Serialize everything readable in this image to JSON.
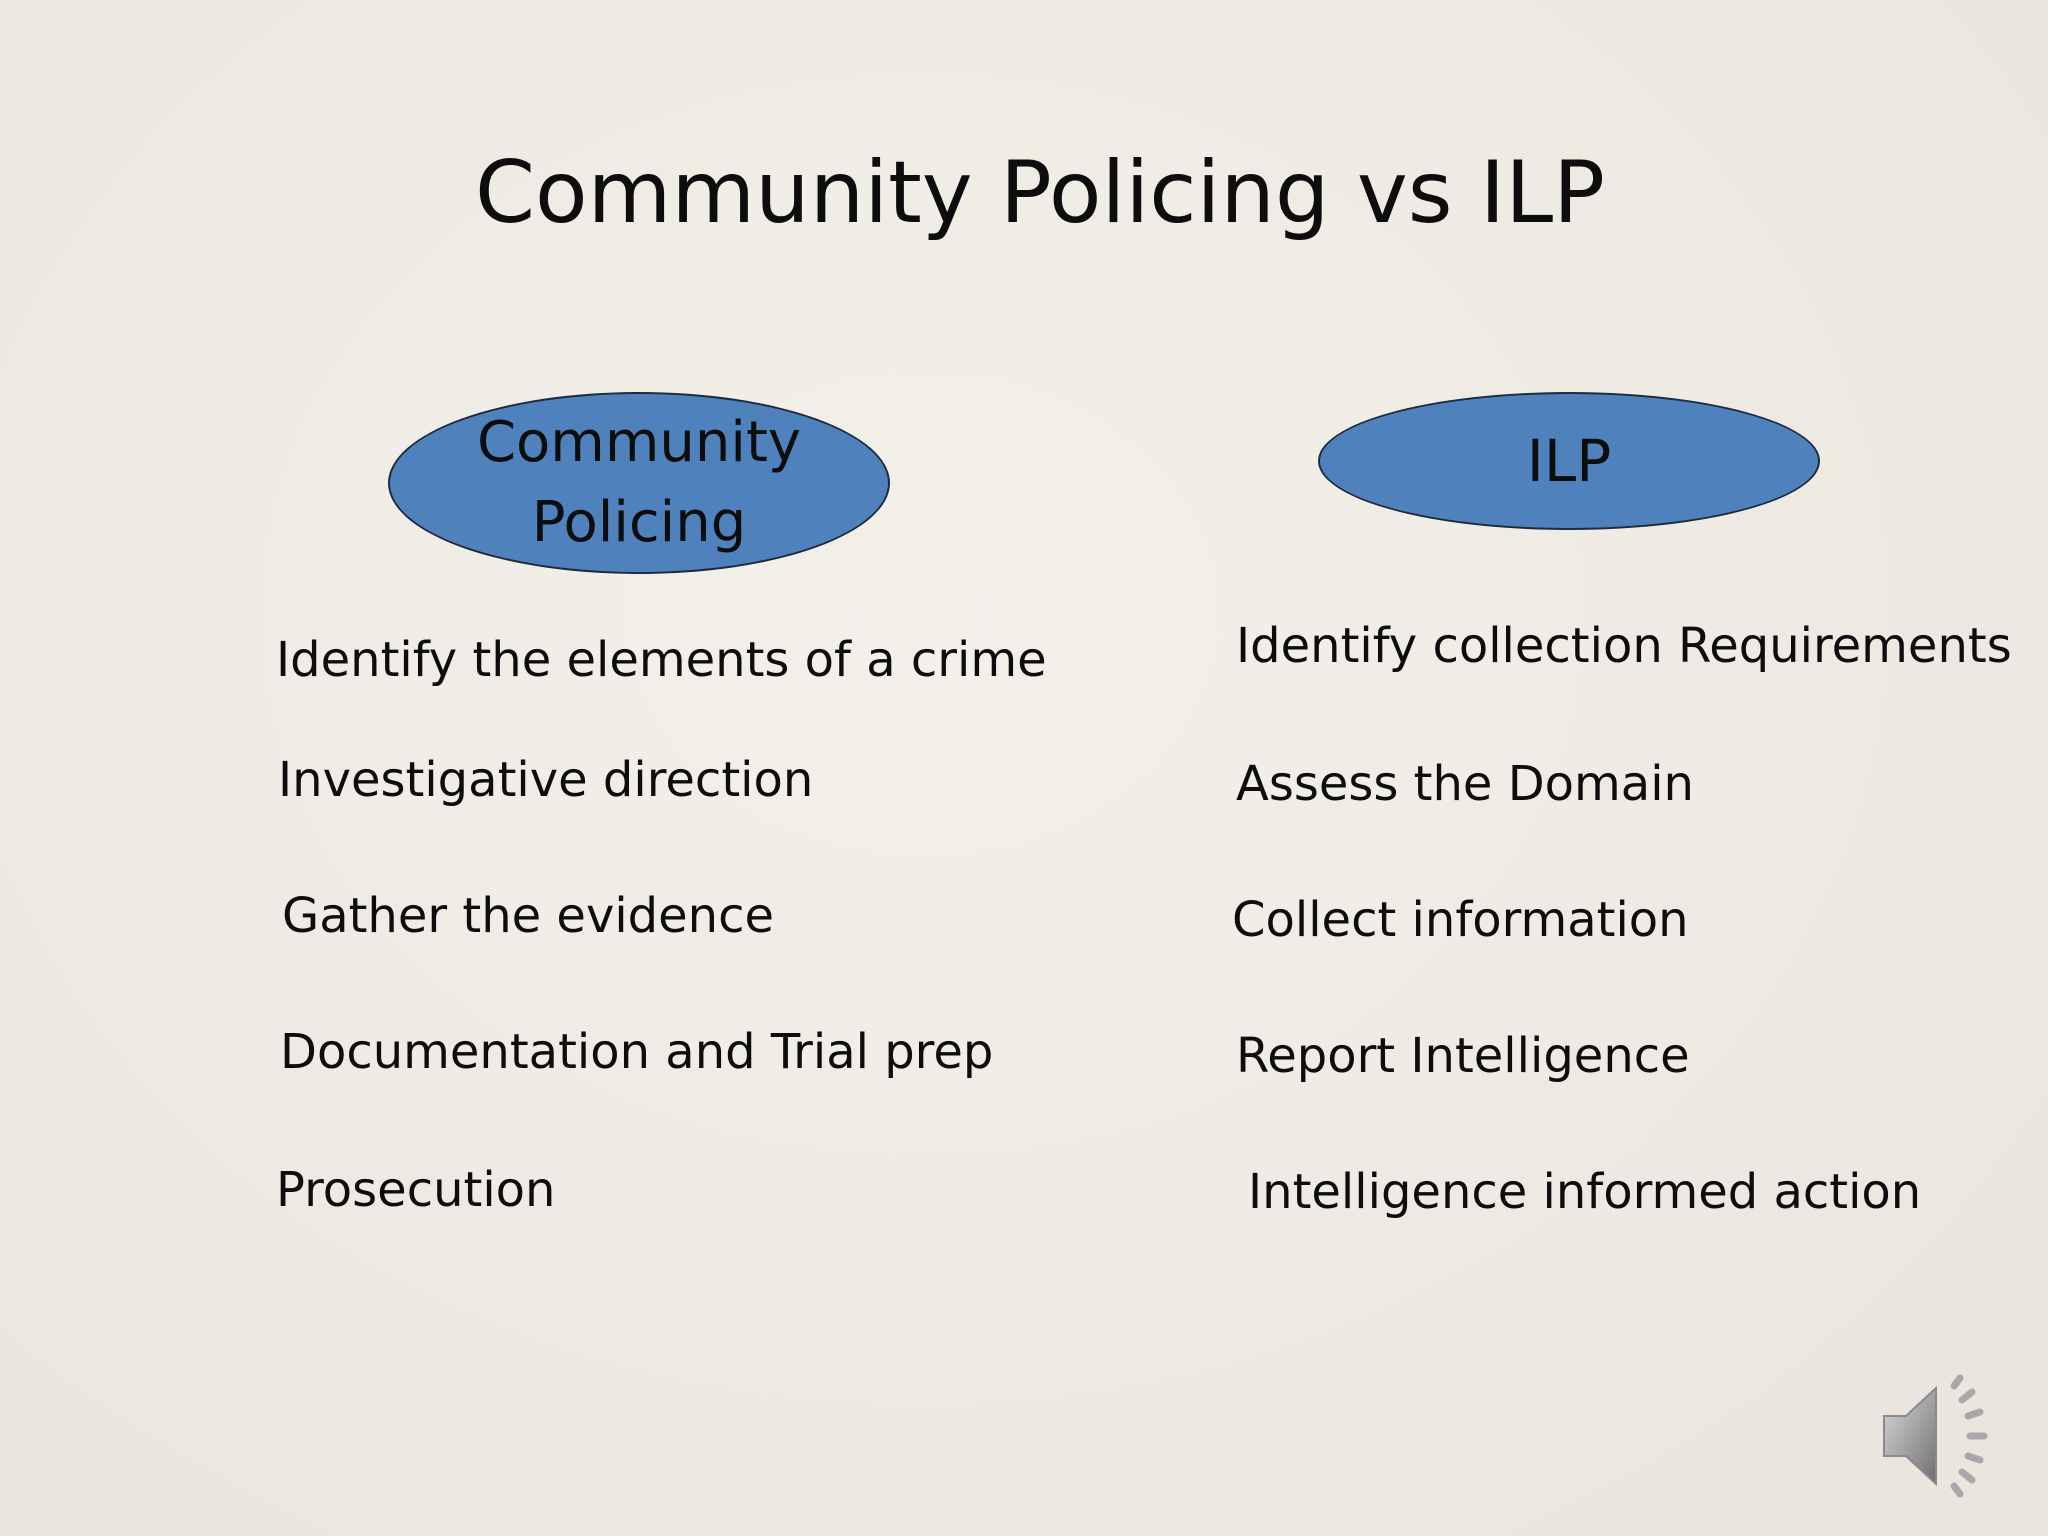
{
  "slide": {
    "title": "Community Policing vs ILP",
    "left_column": {
      "header": "Community Policing",
      "items": [
        "Identify the elements of a crime",
        "Investigative direction",
        "Gather the evidence",
        "Documentation and Trial prep",
        "Prosecution"
      ]
    },
    "right_column": {
      "header": "ILP",
      "items": [
        "Identify collection Requirements",
        "Assess the Domain",
        "Collect information",
        "Report Intelligence",
        "Intelligence informed action"
      ]
    },
    "audio_icon": "speaker-icon",
    "colors": {
      "background": "#eeeae3",
      "oval_fill": "#4f81bd",
      "oval_border": "#1e2b3c",
      "text": "#0d0d0d"
    }
  }
}
